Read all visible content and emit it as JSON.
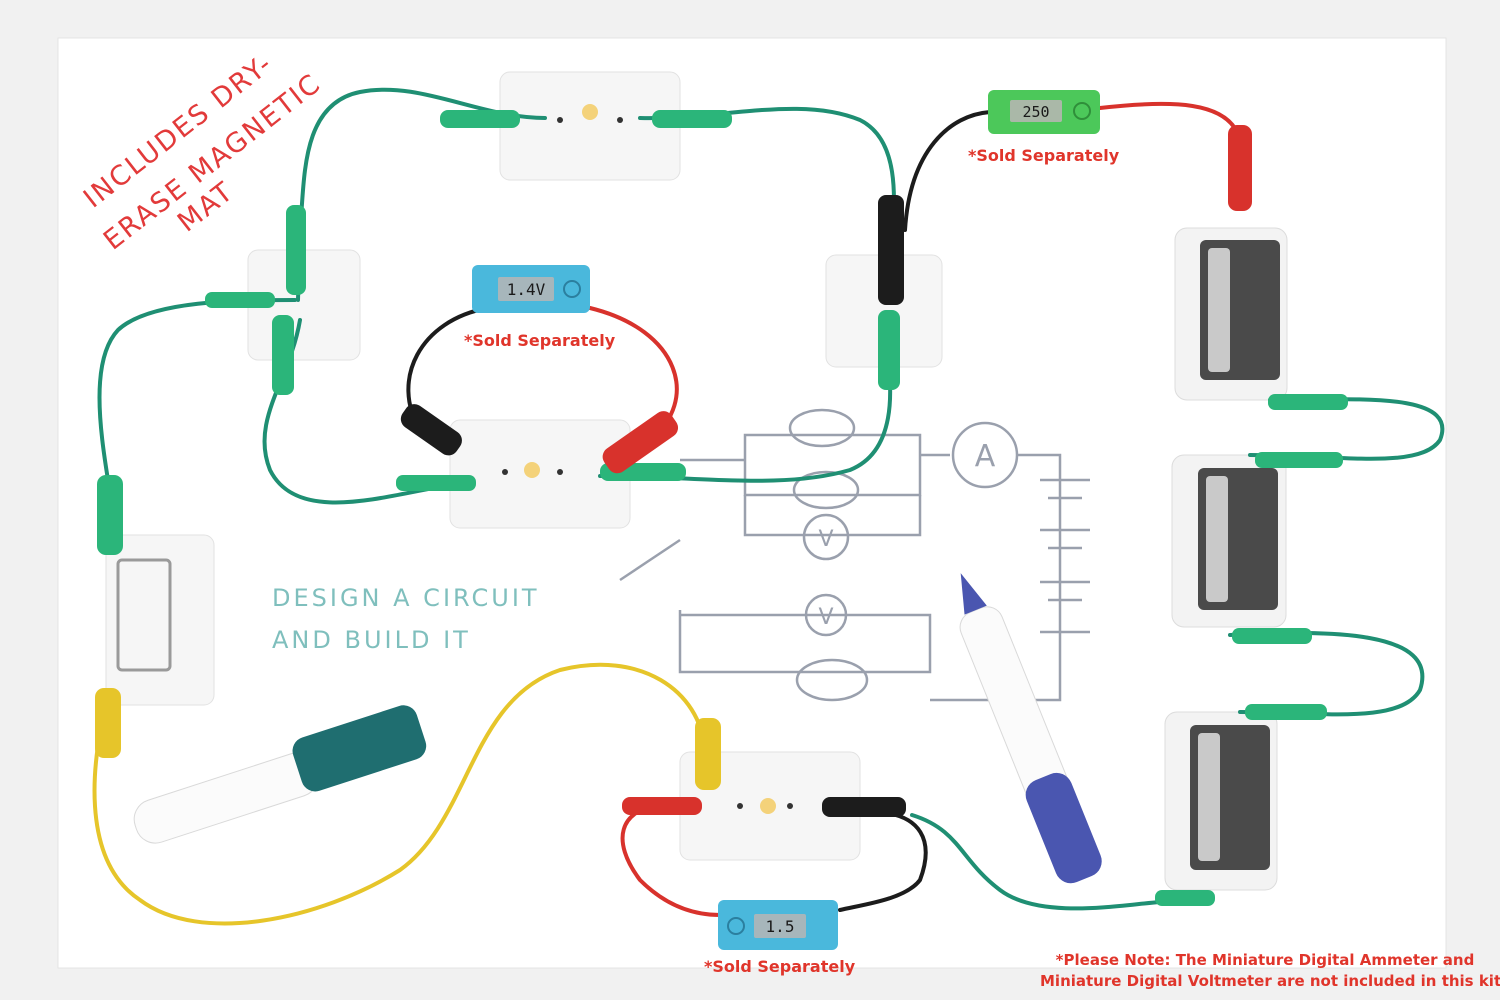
{
  "mat_handwriting": {
    "line1": "INCLUDES DRY-",
    "line2": "ERASE MAGNETIC",
    "line3": "MAT"
  },
  "design_text": {
    "line1": "DESIGN A CIRCUIT",
    "line2": "AND BUILD IT"
  },
  "meters": {
    "top_ammeter_reading": "250",
    "voltmeter_reading": "1.4V",
    "bottom_meter_reading": "1.5"
  },
  "diagram_symbols": {
    "ammeter": "A",
    "voltmeter": "V"
  },
  "sold_separately": [
    "*Sold Separately",
    "*Sold Separately",
    "*Sold Separately"
  ],
  "note": {
    "line1": "*Please Note: The Miniature Digital Ammeter and",
    "line2": "Miniature Digital Voltmeter are not included in this kit."
  },
  "colors": {
    "wire_green": "#1f8f73",
    "clip_green": "#2bb57a",
    "wire_red": "#d8322c",
    "wire_black": "#1c1c1c",
    "wire_yellow": "#e6c52a",
    "meter_green": "#4cc85a",
    "meter_blue": "#4ab8dc",
    "annotation_red": "#e0352b"
  }
}
